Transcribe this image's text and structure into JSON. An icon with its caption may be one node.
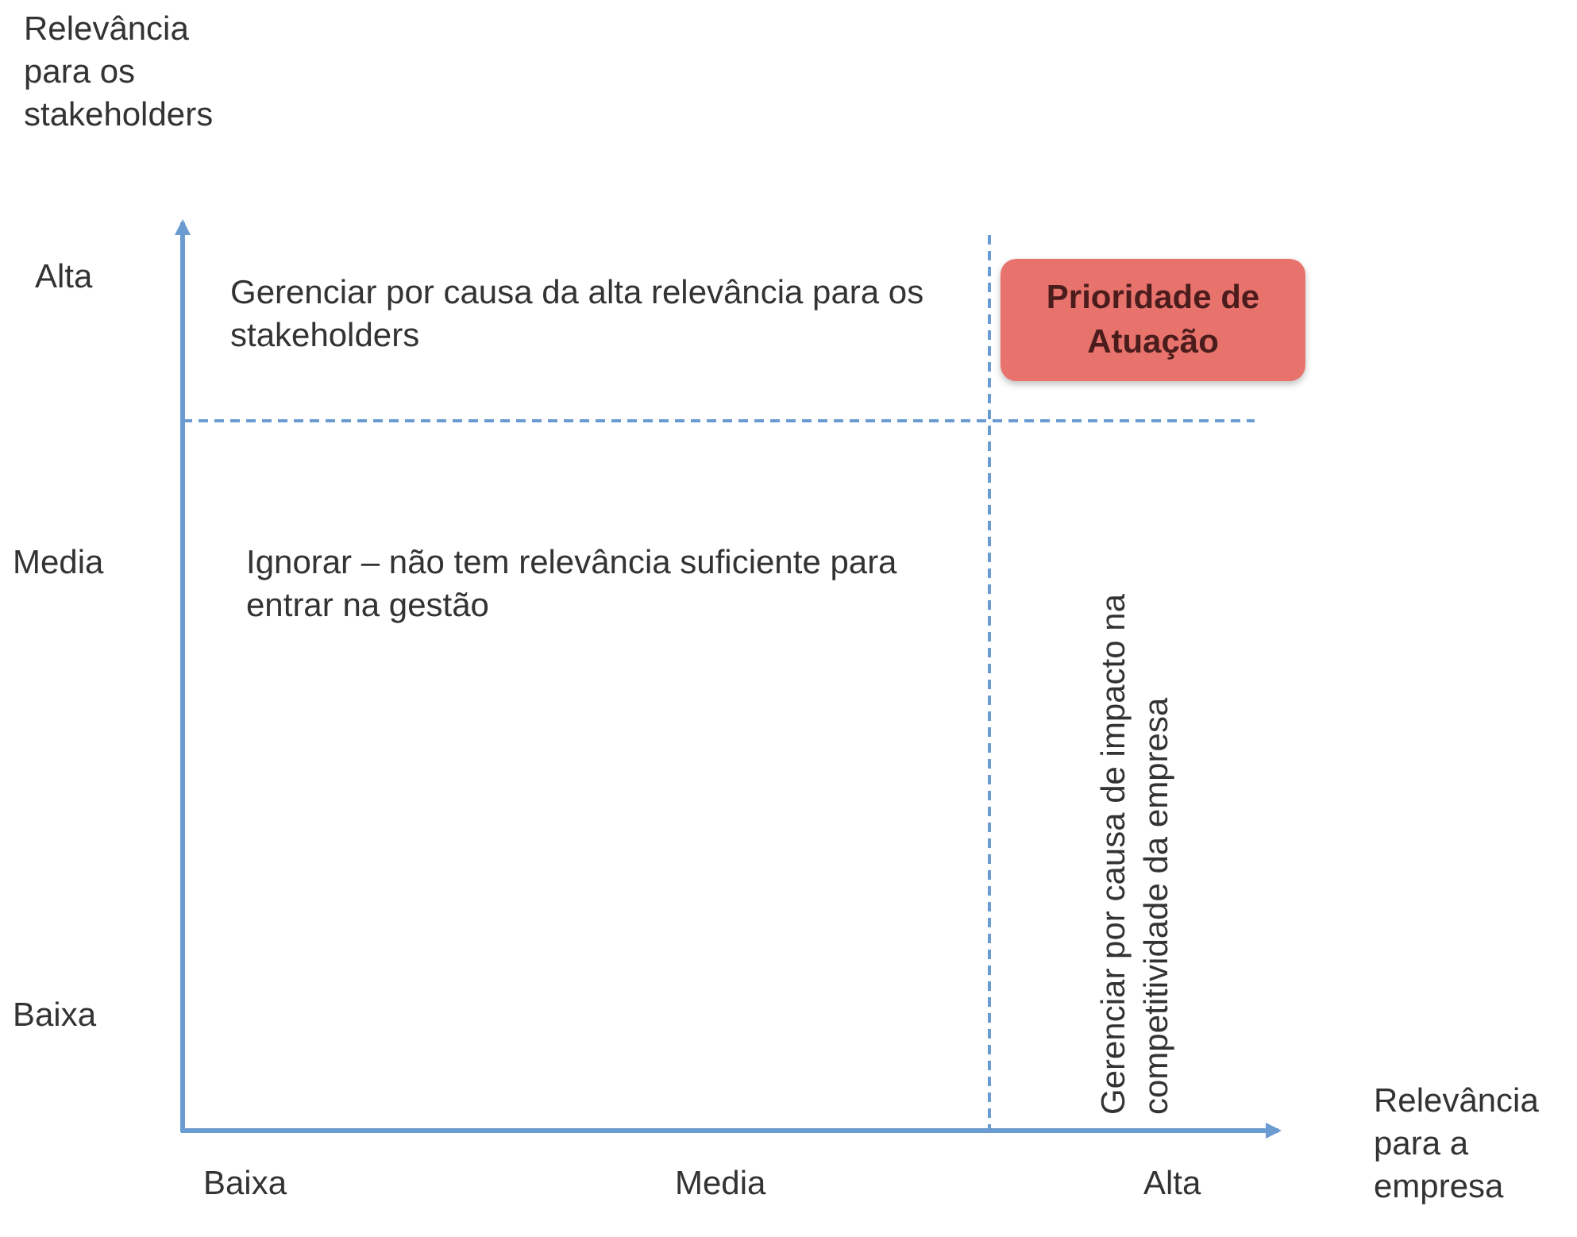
{
  "diagram": {
    "nodes": [
      {
        "text": [
          "Prioridade de Atuação"
        ]
      }
    ],
    "labels": [
      "Relevância para os stakeholders",
      "Alta",
      "Gerenciar por causa da alta relevância para os stakeholders",
      "Media",
      "Ignorar – não tem relevância suficiente para entrar na gestão",
      "Gerenciar por causa de impacto na competitividade da empresa",
      "Baixa",
      "Relevância para a empresa",
      "Baixa",
      "Media",
      "Alta"
    ]
  }
}
